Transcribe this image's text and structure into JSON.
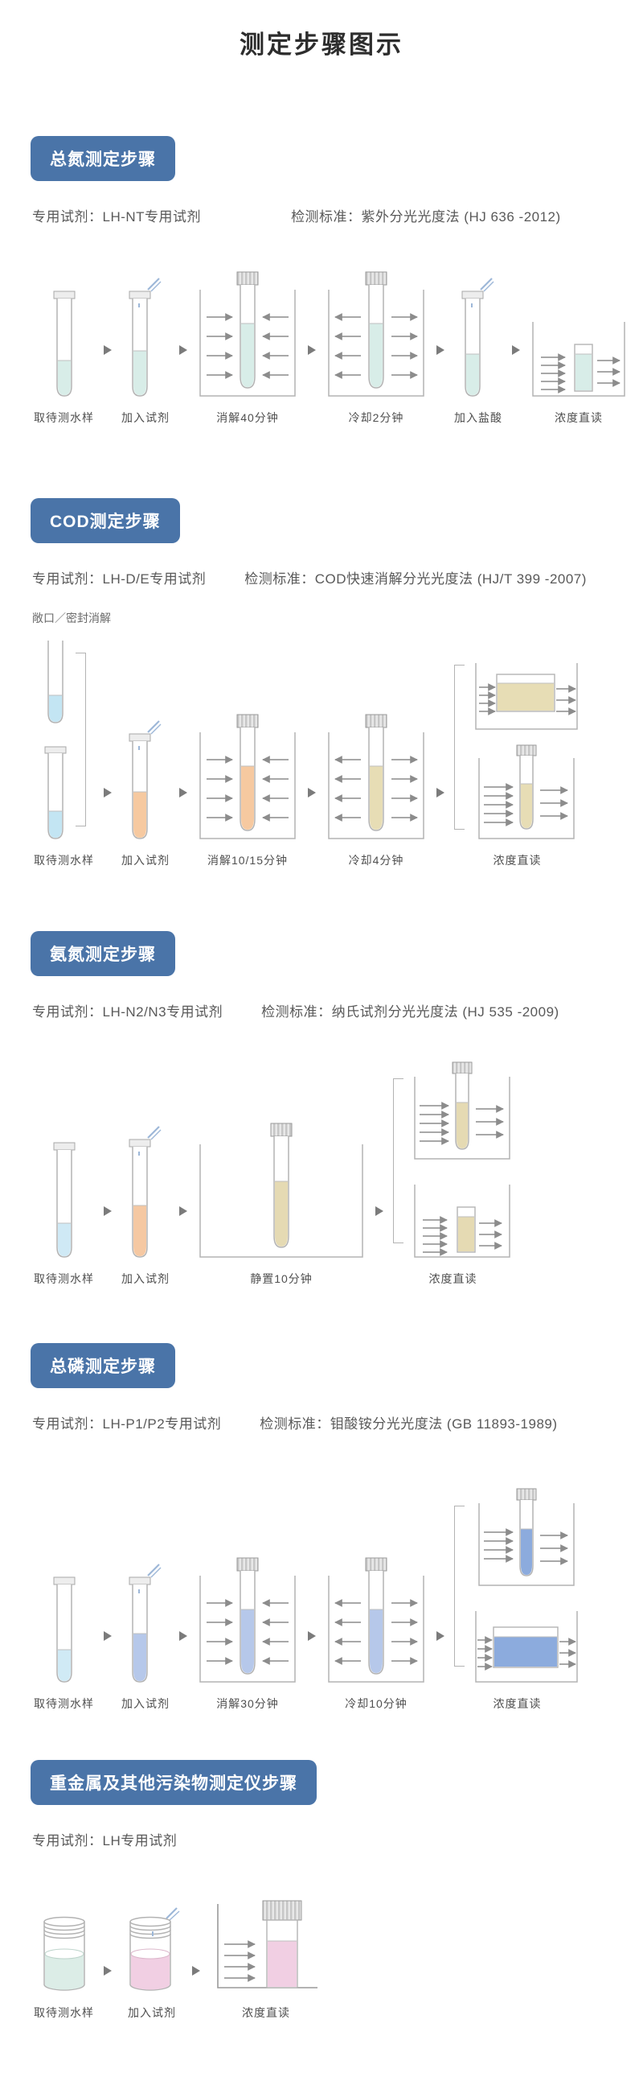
{
  "page": {
    "title": "测定步骤图示"
  },
  "icons": {
    "step_arrow": "▶"
  },
  "colors": {
    "badge_blue": "#4a74a8",
    "arrow_gray": "#8c8c8c",
    "outline_gray": "#b3b3b3",
    "tn_sample": "#d8ede8",
    "cod_sample": "#c3e5f3",
    "cod_reagent": "#f6c9a0",
    "cod_cooled": "#e7ddb5",
    "nh_sample": "#cfe9f5",
    "nh_reagent": "#f5c8a2",
    "nh_stand": "#e5dab3",
    "tp_sample": "#d0eaf5",
    "tp_reagent": "#b6c8ea",
    "tp_read": "#8cabdd",
    "hm_sample": "#dcede7",
    "hm_reagent": "#f1cfe3"
  },
  "sections": [
    {
      "badge": "总氮测定步骤",
      "reagent": "专用试剂：LH-NT专用试剂",
      "standard": "检测标准：紫外分光光度法 (HJ 636 -2012)",
      "steps": [
        "取待测水样",
        "加入试剂",
        "消解40分钟",
        "冷却2分钟",
        "加入盐酸",
        "浓度直读"
      ]
    },
    {
      "badge": "COD测定步骤",
      "reagent": "专用试剂：LH-D/E专用试剂",
      "standard": "检测标准：COD快速消解分光光度法 (HJ/T 399 -2007)",
      "note": "敞口／密封消解",
      "steps": [
        "取待测水样",
        "加入试剂",
        "消解10/15分钟",
        "冷却4分钟",
        "浓度直读"
      ]
    },
    {
      "badge": "氨氮测定步骤",
      "reagent": "专用试剂：LH-N2/N3专用试剂",
      "standard": "检测标准：纳氏试剂分光光度法 (HJ 535 -2009)",
      "steps": [
        "取待测水样",
        "加入试剂",
        "静置10分钟",
        "浓度直读"
      ]
    },
    {
      "badge": "总磷测定步骤",
      "reagent": "专用试剂：LH-P1/P2专用试剂",
      "standard": "检测标准：钼酸铵分光光度法 (GB 11893-1989)",
      "steps": [
        "取待测水样",
        "加入试剂",
        "消解30分钟",
        "冷却10分钟",
        "浓度直读"
      ]
    },
    {
      "badge": "重金属及其他污染物测定仪步骤",
      "reagent": "专用试剂：LH专用试剂",
      "steps": [
        "取待测水样",
        "加入试剂",
        "浓度直读"
      ]
    }
  ]
}
